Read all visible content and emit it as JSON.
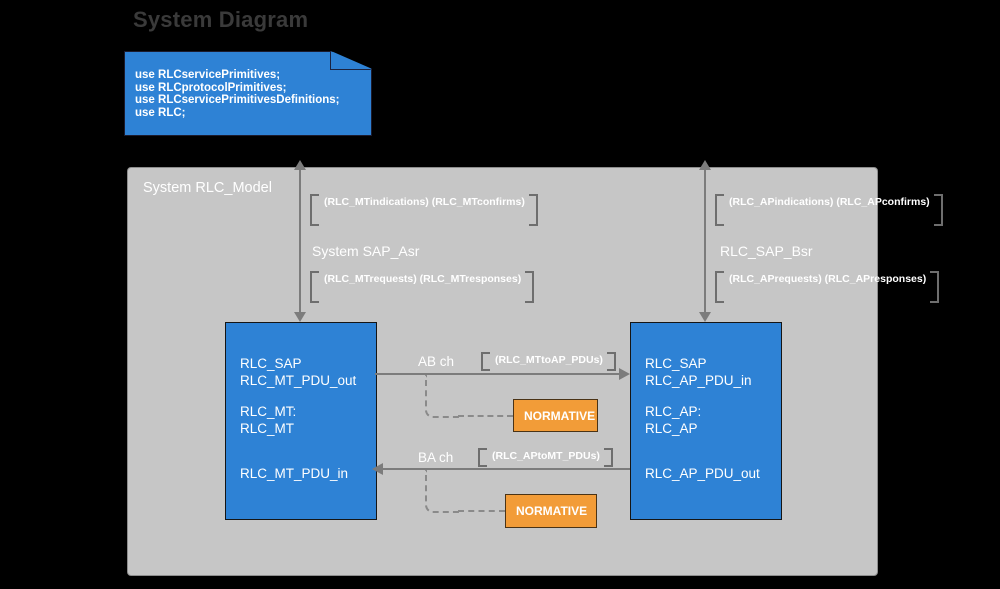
{
  "title": "System Diagram",
  "note": {
    "text": "use RLCservicePrimitives;\nuse RLCprotocolPrimitives;\nuse RLCservicePrimitivesDefinitions;\nuse RLC;"
  },
  "system": {
    "label": "System RLC_Model"
  },
  "saps": [
    {
      "name": "System SAP_Asr",
      "upper_signals": "(RLC_MTindications)\n(RLC_MTconfirms)",
      "lower_signals": "(RLC_MTrequests)\n(RLC_MTresponses)"
    },
    {
      "name": "RLC_SAP_Bsr",
      "upper_signals": "(RLC_APindications)\n(RLC_APconfirms)",
      "lower_signals": "(RLC_APrequests)\n(RLC_APresponses)"
    }
  ],
  "blocks": [
    {
      "id": "mt",
      "line1": "RLC_SAP\nRLC_MT_PDU_out",
      "line2": "RLC_MT:\nRLC_MT",
      "line3": "RLC_MT_PDU_in"
    },
    {
      "id": "ap",
      "line1": "RLC_SAP\nRLC_AP_PDU_in",
      "line2": "RLC_AP:\nRLC_AP",
      "line3": "RLC_AP_PDU_out"
    }
  ],
  "channels": [
    {
      "name": "AB ch",
      "signals": "(RLC_MTtoAP_PDUs)",
      "direction": "right",
      "normative_label": "NORMATIVE"
    },
    {
      "name": "BA ch",
      "signals": "(RLC_APtoMT_PDUs)",
      "direction": "left",
      "normative_label": "NORMATIVE"
    }
  ],
  "colors": {
    "block_blue": "#2E82D5",
    "container_gray": "#C6C6C6",
    "normative_orange": "#F29C38",
    "line_gray": "#7C7C7C",
    "title_gray": "#3A3A3A"
  }
}
